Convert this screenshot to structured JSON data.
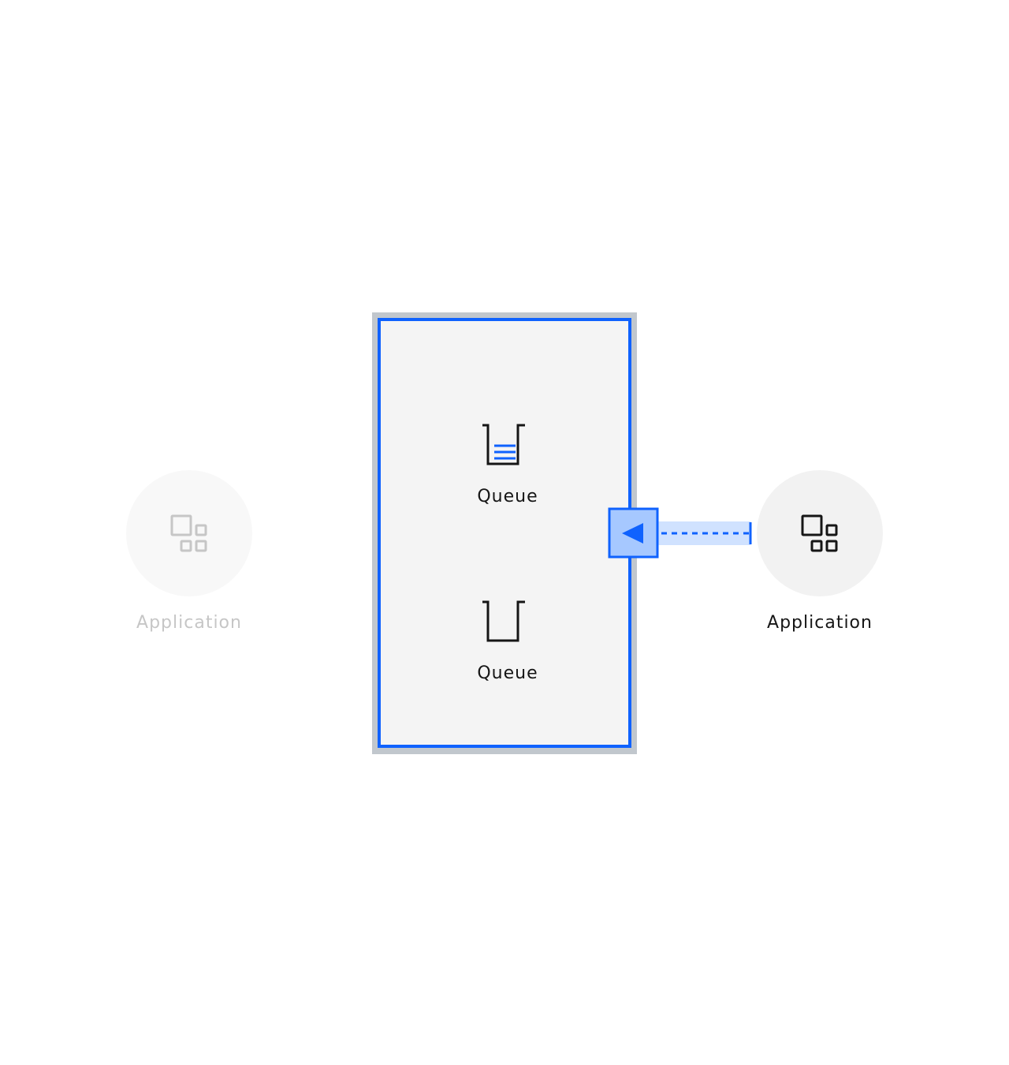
{
  "colors": {
    "accent": "#0f62fe",
    "accent_light": "#a6c8ff",
    "accent_faint": "#d0e2ff",
    "container_outer": "#c1c7cd",
    "container_fill": "#f4f4f4",
    "node_fill": "#f2f2f2",
    "node_faded_fill": "#f8f8f8",
    "text": "#161616",
    "text_faded": "#c6c6c6"
  },
  "nodes": {
    "app_left": {
      "label": "Application",
      "icon": "apps-icon",
      "state": "faded"
    },
    "app_right": {
      "label": "Application",
      "icon": "apps-icon",
      "state": "active"
    }
  },
  "container": {
    "state": "selected",
    "queues": [
      {
        "label": "Queue",
        "icon": "queue-with-messages-icon"
      },
      {
        "label": "Queue",
        "icon": "queue-empty-icon"
      }
    ]
  },
  "connection": {
    "from": "Application",
    "to": "container",
    "style": "dashed",
    "direction": "into-container"
  }
}
